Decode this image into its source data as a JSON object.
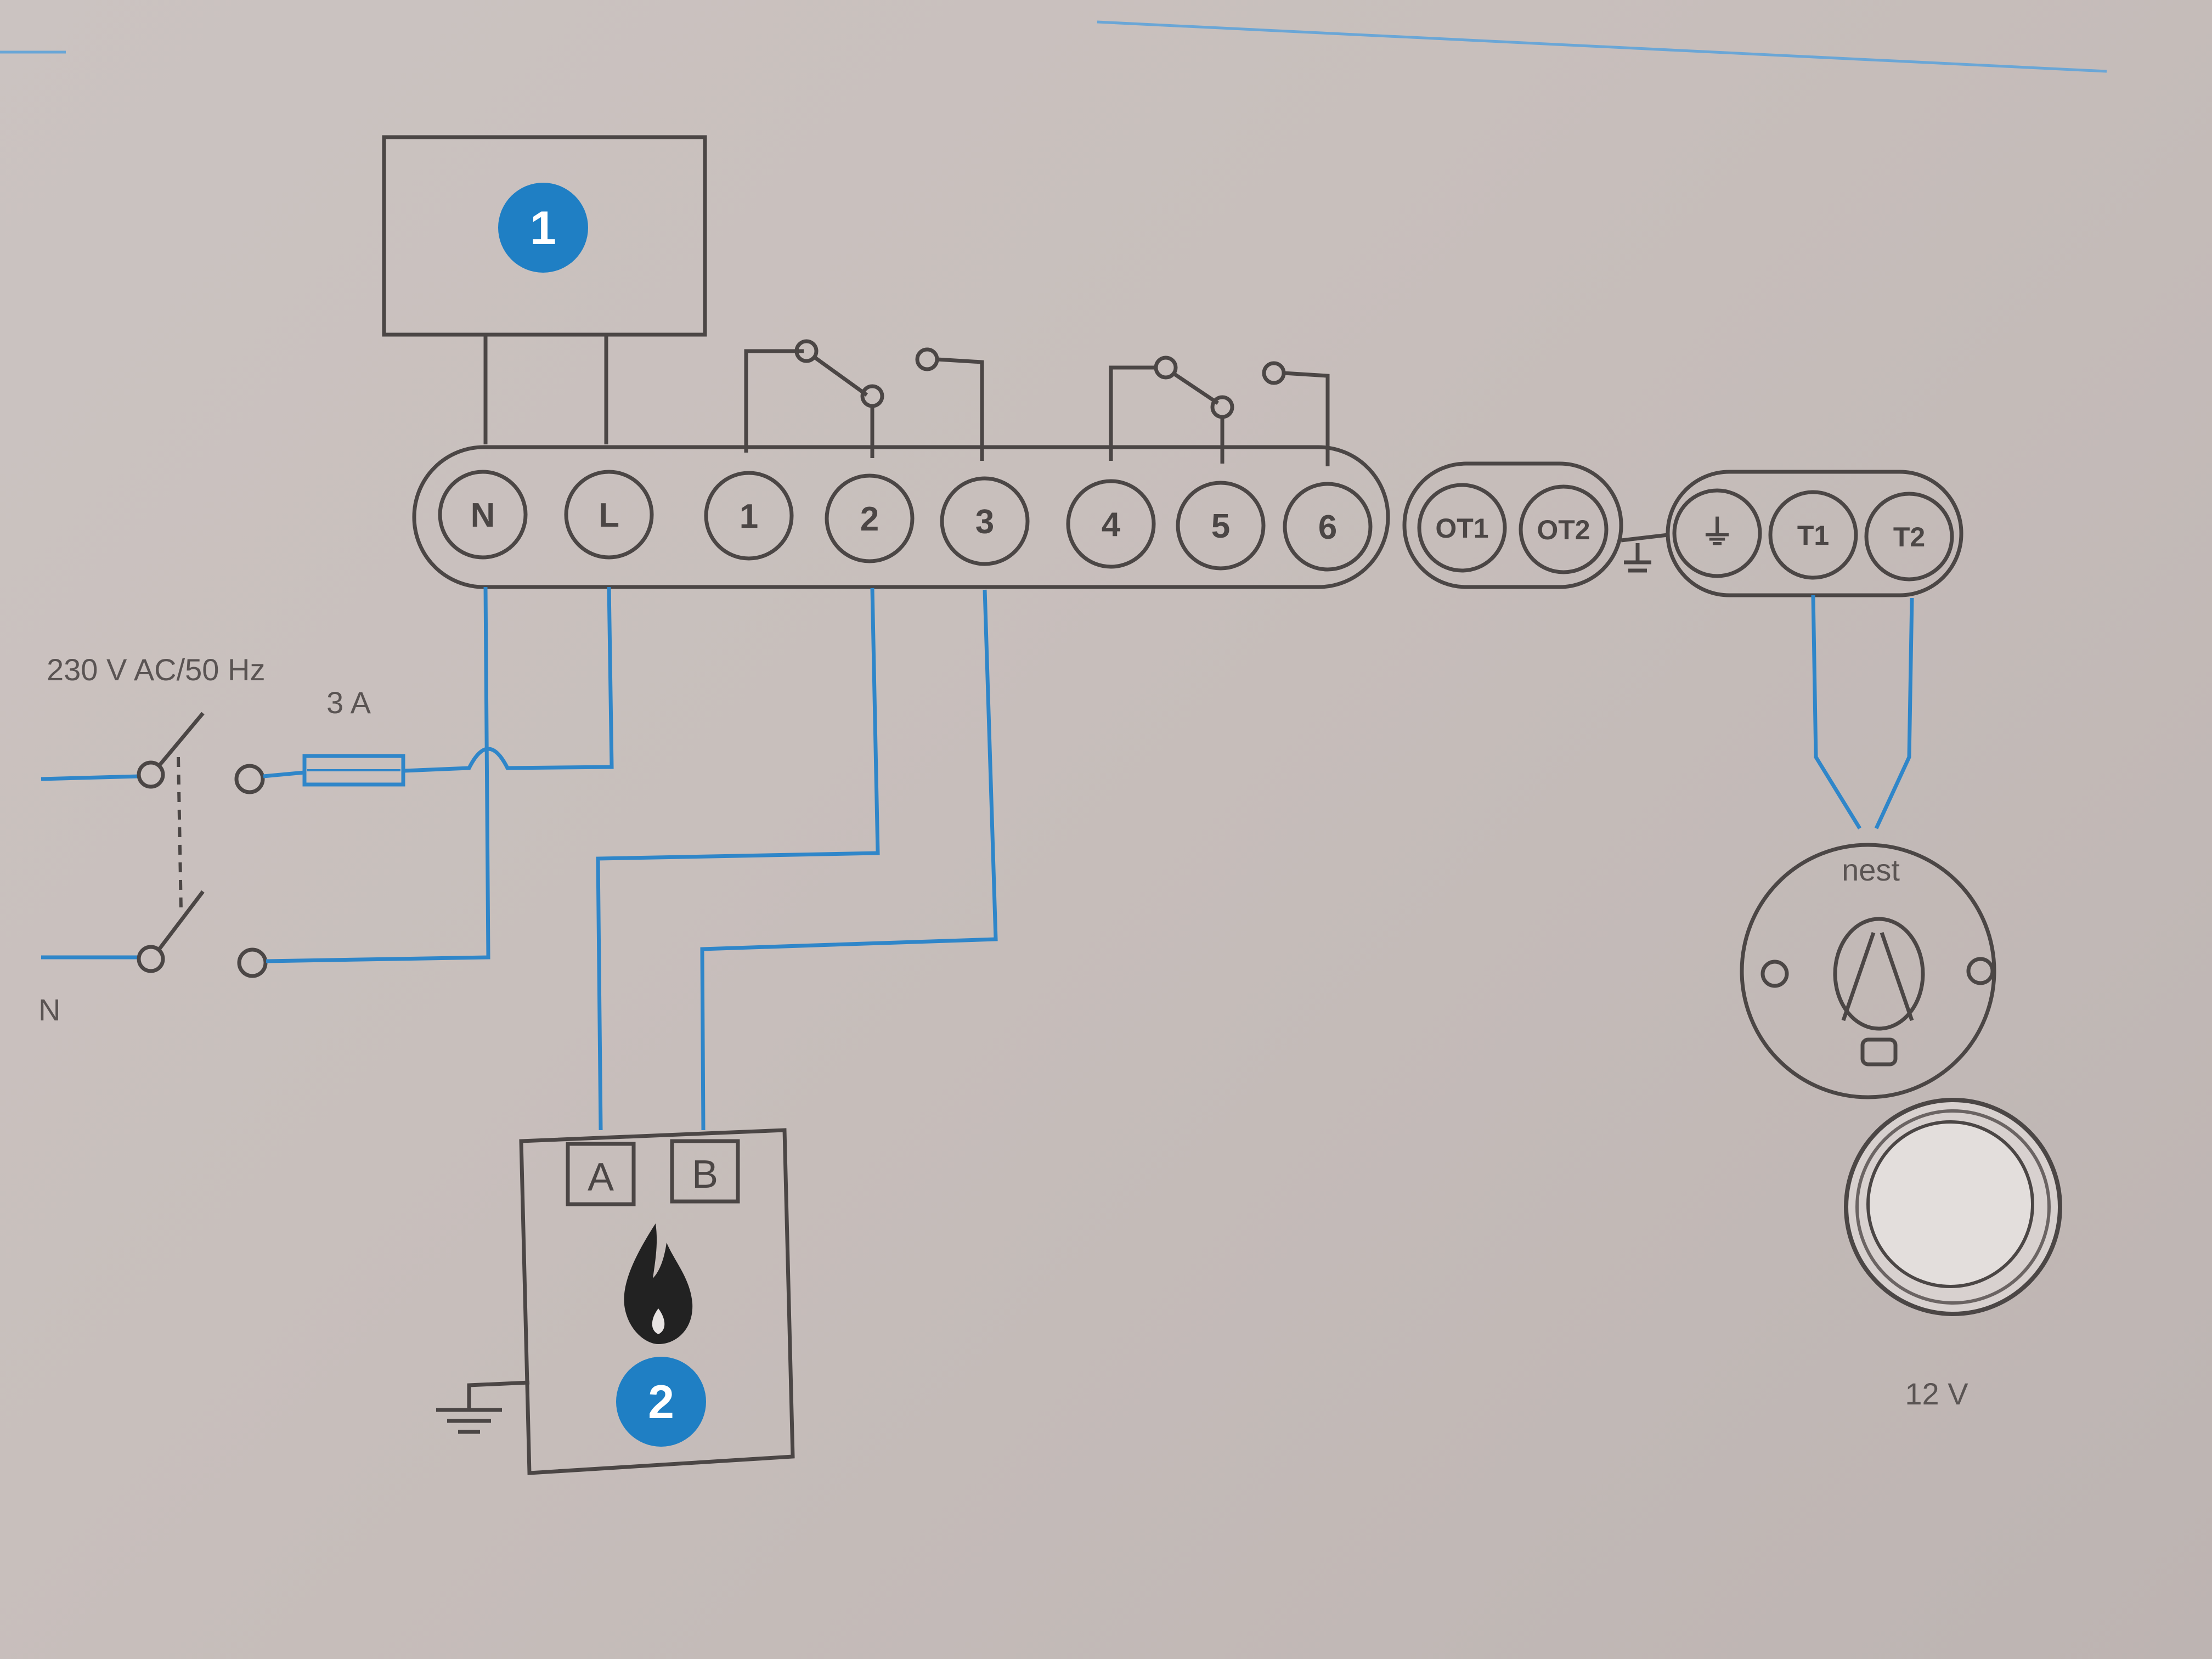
{
  "boiler_receiver": {
    "badge": "1"
  },
  "boiler": {
    "badge": "2",
    "terminals": [
      "A",
      "B"
    ]
  },
  "terminal_strip": {
    "main": [
      "N",
      "L",
      "1",
      "2",
      "3",
      "4",
      "5",
      "6"
    ],
    "opentherm": [
      "OT1",
      "OT2"
    ],
    "thermostat": [
      "⏚",
      "T1",
      "T2"
    ]
  },
  "supply": {
    "voltage": "230 V AC/50 Hz",
    "fuse": "3 A",
    "line_mark": "N"
  },
  "thermostat": {
    "brand": "nest",
    "voltage": "12 V"
  },
  "colors": {
    "wire": "#2f86c9",
    "line": "#4b4645",
    "badge": "#1f7fc4"
  }
}
